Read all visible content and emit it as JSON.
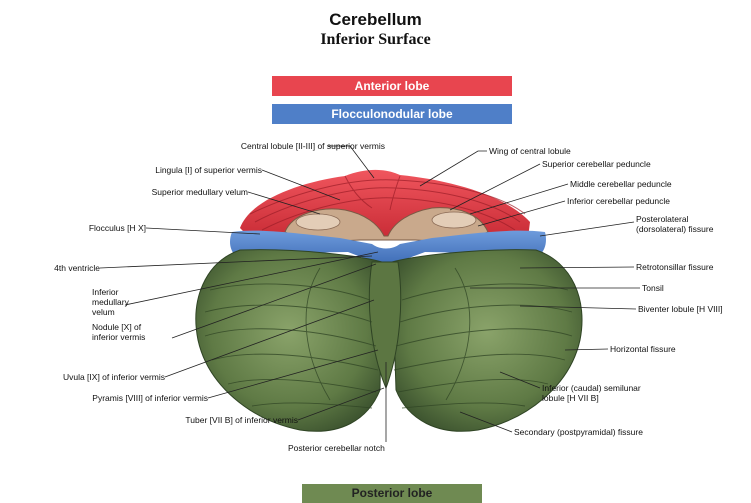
{
  "title": "Cerebellum",
  "subtitle": "Inferior Surface",
  "legend": {
    "anterior": "Anterior lobe",
    "flocculonodular": "Flocculonodular lobe",
    "posterior": "Posterior lobe"
  },
  "colors": {
    "anterior": "#e8454f",
    "flocculonodular": "#4f7fc8",
    "posterior": "#6f8a52",
    "peduncle": "#c9a98c"
  },
  "labels": {
    "central_lobule": "Central lobule [II-III] of superior vermis",
    "lingula": "Lingula [I] of superior vermis",
    "sup_medullary_velum": "Superior medullary velum",
    "flocculus": "Flocculus [H X]",
    "fourth_ventricle": "4th ventricle",
    "inf_medullary_velum": "Inferior\nmedullary\nvelum",
    "nodule": "Nodule [X] of\ninferior vermis",
    "uvula": "Uvula [IX] of inferior vermis",
    "pyramis": "Pyramis [VIII] of inferior vermis",
    "tuber": "Tuber [VII B] of inferior vermis",
    "post_notch": "Posterior cerebellar notch",
    "wing": "Wing of central lobule",
    "sup_peduncle": "Superior cerebellar peduncle",
    "mid_peduncle": "Middle cerebellar peduncle",
    "inf_peduncle": "Inferior cerebellar peduncle",
    "posterolateral": "Posterolateral\n(dorsolateral) fissure",
    "retrotonsillar": "Retrotonsillar fissure",
    "tonsil": "Tonsil",
    "biventer": "Biventer lobule [H VIII]",
    "horizontal": "Horizontal fissure",
    "inf_semilunar": "Inferior (caudal) semilunar\nlobule [H VII B]",
    "secondary": "Secondary (postpyramidal) fissure"
  }
}
